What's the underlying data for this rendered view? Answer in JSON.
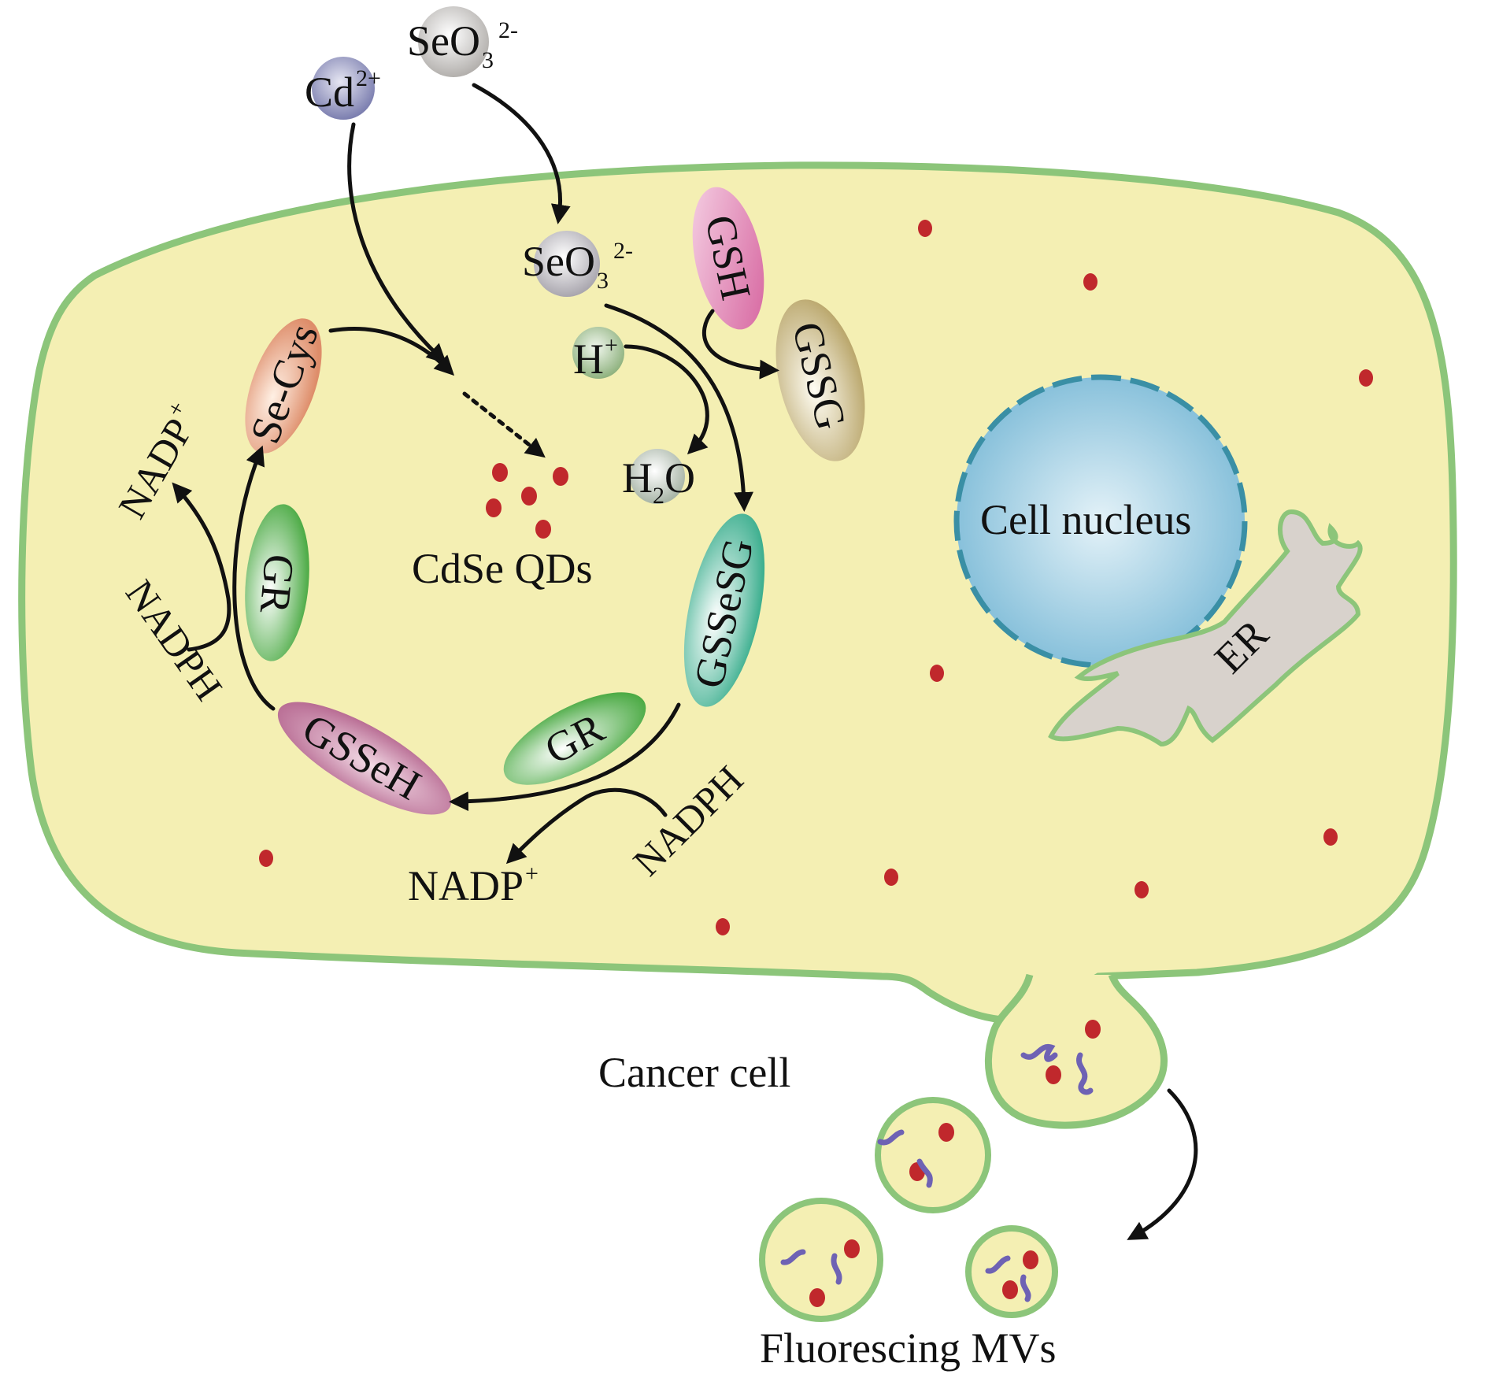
{
  "title": "Intracellular biosynthesis of CdSe QDs in a cancer cell and release of fluorescing microvesicles",
  "colors": {
    "cytoplasm": "#f4efb3",
    "membrane": "#8cc57a",
    "nucleus": "#8ec8e0",
    "nucleus_border": "#3a8fa5",
    "er_fill": "#d8d2cc",
    "qd_dot": "#c0282c",
    "dna_strand": "#6e62b4",
    "cd_ion": "#8d8fb8",
    "selenite": "#c8c6c3",
    "proton": "#9dbf8e",
    "gsh": "#e088b6",
    "gssg": "#cfc396",
    "gr": "#5cb65a",
    "se_cys": "#e59f80",
    "gssesg": "#5bbfa5",
    "gsseh": "#c07aa0"
  },
  "extracellular": {
    "cd_ion": {
      "base": "Cd",
      "sup": "2+"
    },
    "selenite": {
      "base": "SeO",
      "sub": "3",
      "sup": "2-"
    }
  },
  "intracellular": {
    "selenite": {
      "base": "SeO",
      "sub": "3",
      "sup": "2-"
    },
    "proton": {
      "base": "H",
      "sup": "+"
    },
    "water": {
      "pre": "H",
      "sub": "2",
      "post": "O"
    },
    "gsh": "GSH",
    "gssg": "GSSG",
    "gssesg": "GSSeSG",
    "gr_bottom": "GR",
    "gr_left": "GR",
    "gsseh": "GSSeH",
    "se_cys": "Se-Cys",
    "nadph_bottom": "NADPH",
    "nadp_bottom": {
      "base": "NADP",
      "sup": "+"
    },
    "nadph_left": "NADPH",
    "nadp_left": {
      "base": "NADP",
      "sup": "+"
    },
    "qds_label": "CdSe QDs"
  },
  "organelles": {
    "nucleus_label": "Cell nucleus",
    "er_label": "ER"
  },
  "cell_label": "Cancer cell",
  "vesicles_label": "Fluorescing MVs"
}
